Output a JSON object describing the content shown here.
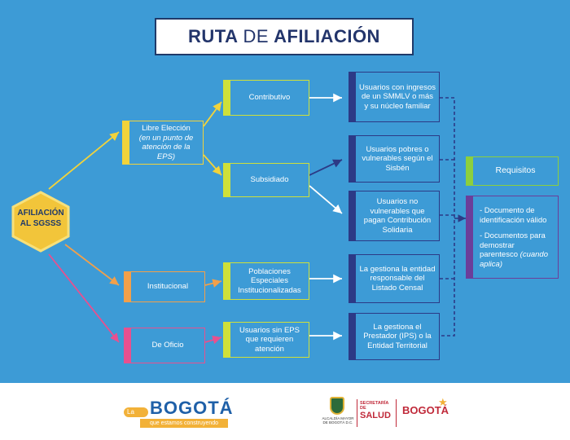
{
  "title": {
    "part1": "RUTA",
    "part2": "DE",
    "part3": "AFILIACIÓN"
  },
  "root": {
    "line1": "AFILIACIÓN",
    "line2": "AL SGSSS"
  },
  "level1": {
    "libre": {
      "label": "Libre Elección",
      "note": "(en un punto de atención de la EPS)"
    },
    "institucional": {
      "label": "Institucional"
    },
    "oficio": {
      "label": "De Oficio"
    }
  },
  "level2": {
    "contributivo": "Contributivo",
    "subsidiado": "Subsidiado",
    "poblaciones": "Poblaciones Especiales Institucionalizadas",
    "usuarios_sin_eps": "Usuarios sin EPS que requieren atención"
  },
  "level3": {
    "smmlv": "Usuarios con ingresos de un SMMLV o más y su núcleo familiar",
    "pobres": "Usuarios pobres o vulnerables según el Sisbén",
    "no_vulnerables": "Usuarios no vulnerables que pagan Contribución Solidaria",
    "censal": "La gestiona la entidad responsable del Listado Censal",
    "prestador": "La gestiona el Prestador (IPS) o la Entidad Territorial"
  },
  "requisitos": {
    "title": "Requisitos",
    "item1": "- Documento de identificación válido",
    "item2": "- Documentos para demostrar parentesco",
    "item2_note": "(cuando aplica)"
  },
  "footer": {
    "bogota_word": "BOGOTÁ",
    "bogota_prefix": "La",
    "bogota_tagline": "que estamos construyendo",
    "alcaldia": "ALCALDÍA MAYOR DE BOGOTÁ D.C.",
    "secretaria": "SECRETARÍA DE",
    "salud": "SALUD",
    "bogota2": "BOGOTÁ"
  },
  "colors": {
    "background": "#3d9bd6",
    "yellow": "#f2d33b",
    "lime": "#cfe03a",
    "orange": "#f2a04a",
    "pink": "#e8508f",
    "navy": "#2c3a86",
    "purple": "#6b3e9a",
    "green": "#8ccf3d"
  }
}
